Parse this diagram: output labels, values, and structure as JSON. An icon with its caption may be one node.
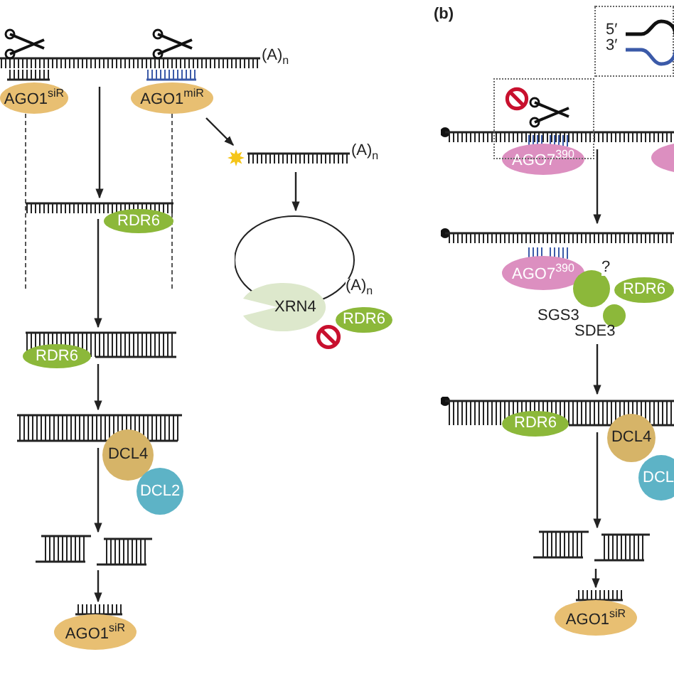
{
  "diagram": {
    "nodes": [
      {
        "text": [],
        "shape": "bar"
      },
      {
        "text": [
          "AGO1$^{siR}$"
        ]
      },
      {
        "text": [
          "AGO1$^{miR}$"
        ]
      },
      {
        "text": [],
        "shape": "bar"
      },
      {
        "text": [
          "RDR6"
        ]
      },
      {
        "text": [],
        "shape": "bar"
      },
      {
        "text": [
          "XRN4"
        ]
      },
      {
        "text": [
          "RDR6"
        ]
      },
      {
        "text": [],
        "shape": "bar"
      },
      {
        "text": [
          "RDR6"
        ]
      },
      {
        "text": [],
        "shape": "bar"
      },
      {
        "text": [
          "DCL4"
        ]
      },
      {
        "text": [
          "DCL2"
        ]
      },
      {
        "text": [],
        "shape": "bar"
      },
      {
        "text": [
          "AGO1$^{siR}$"
        ]
      },
      {
        "text": [],
        "shape": "bar"
      },
      {
        "text": [
          "AGO7$^{390}$"
        ]
      },
      {
        "text": [],
        "shape": "ellipse"
      },
      {
        "text": [],
        "shape": "bar"
      },
      {
        "text": [
          "AGO7$^{390}$"
        ]
      },
      {
        "text": [
          "SGS3"
        ]
      },
      {
        "text": [
          "SDE3"
        ]
      },
      {
        "text": [
          "RDR6"
        ]
      },
      {
        "text": [],
        "shape": "bar"
      },
      {
        "text": [
          "RDR6"
        ]
      },
      {
        "text": [
          "DCL4"
        ]
      },
      {
        "text": [
          "DCL"
        ]
      },
      {
        "text": [],
        "shape": "bar"
      },
      {
        "text": [
          "AGO1$^{siR}$"
        ]
      }
    ],
    "edges": [
      {
        "from": 0,
        "to": 3,
        "arrow": "to"
      },
      {
        "from": 2,
        "to": 5,
        "arrow": "to"
      },
      {
        "from": 5,
        "to": 6,
        "arrow": "to"
      },
      {
        "from": 3,
        "to": 8,
        "arrow": "to"
      },
      {
        "from": 8,
        "to": 10,
        "arrow": "to"
      },
      {
        "from": 10,
        "to": 13,
        "arrow": "to"
      },
      {
        "from": 13,
        "to": 14,
        "arrow": "to"
      },
      {
        "from": 15,
        "to": 18,
        "arrow": "to"
      },
      {
        "from": 21,
        "to": 23,
        "arrow": "to"
      },
      {
        "from": 23,
        "to": 27,
        "arrow": "to"
      },
      {
        "from": 27,
        "to": 28,
        "arrow": "to"
      }
    ],
    "labels": [
      "(b)",
      "5′",
      "3′",
      "(A)$_{n}$",
      "(A)$_{n}$",
      "?",
      "(A)$_{n}$"
    ]
  }
}
